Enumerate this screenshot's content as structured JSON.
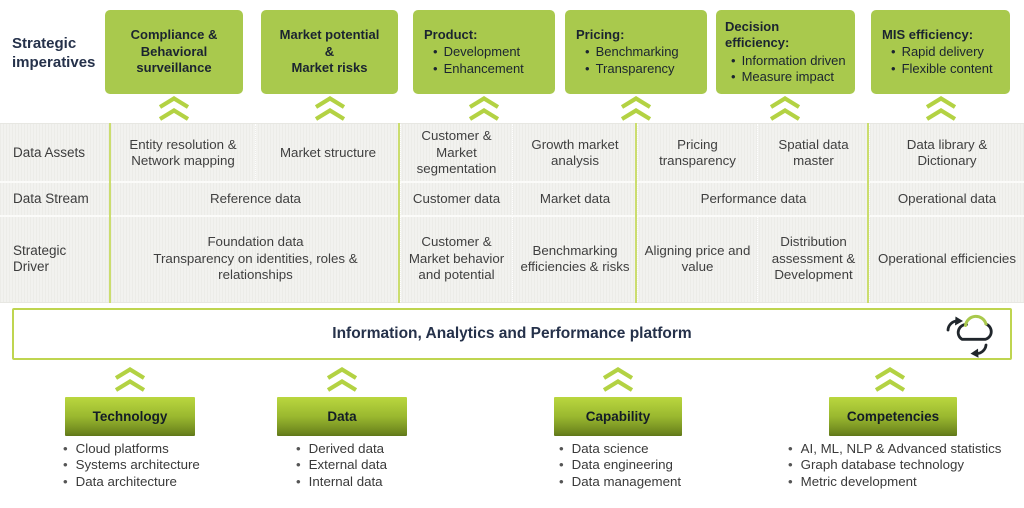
{
  "strategic_imperatives_label": "Strategic imperatives",
  "imperatives": [
    {
      "title": "Compliance &\nBehavioral\nsurveillance",
      "bullets": []
    },
    {
      "title": "Market potential\n&\nMarket risks",
      "bullets": []
    },
    {
      "title": "Product:",
      "bullets": [
        "Development",
        "Enhancement"
      ]
    },
    {
      "title": "Pricing:",
      "bullets": [
        "Benchmarking",
        "Transparency"
      ]
    },
    {
      "title": "Decision efficiency:",
      "bullets": [
        "Information driven",
        "Measure impact"
      ]
    },
    {
      "title": "MIS efficiency:",
      "bullets": [
        "Rapid delivery",
        "Flexible content"
      ]
    }
  ],
  "data_table": {
    "row_labels": [
      "Data Assets",
      "Data Stream",
      "Strategic Driver"
    ],
    "data_assets": [
      "Entity resolution & Network mapping",
      "Market structure",
      "Customer & Market segmentation",
      "Growth market analysis",
      "Pricing transparency",
      "Spatial data master",
      "Data library & Dictionary"
    ],
    "data_stream": [
      "Reference data",
      "Customer data",
      "Market data",
      "Performance data",
      "Operational data"
    ],
    "strategic_driver": [
      "Foundation data\nTransparency on identities, roles & relationships",
      "Customer & Market behavior and potential",
      "Benchmarking efficiencies & risks",
      "Aligning price and value",
      "Distribution assessment & Development",
      "Operational efficiencies"
    ]
  },
  "platform": {
    "title": "Information, Analytics and Performance platform",
    "icon": "cloud-sync-icon"
  },
  "foundations": [
    {
      "title": "Technology",
      "items": [
        "Cloud platforms",
        "Systems architecture",
        "Data architecture"
      ]
    },
    {
      "title": "Data",
      "items": [
        "Derived data",
        "External data",
        "Internal data"
      ]
    },
    {
      "title": "Capability",
      "items": [
        "Data science",
        "Data engineering",
        "Data management"
      ]
    },
    {
      "title": "Competencies",
      "items": [
        "AI, ML, NLP & Advanced statistics",
        "Graph database technology",
        "Metric development"
      ]
    }
  ],
  "colors": {
    "accent_green": "#a9c94d",
    "chevron_green": "#b3d243",
    "table_divider_green": "#cbdd6e",
    "dark_navy": "#25314a",
    "gradient_top": "#bad73f",
    "gradient_bottom": "#5f7619"
  }
}
